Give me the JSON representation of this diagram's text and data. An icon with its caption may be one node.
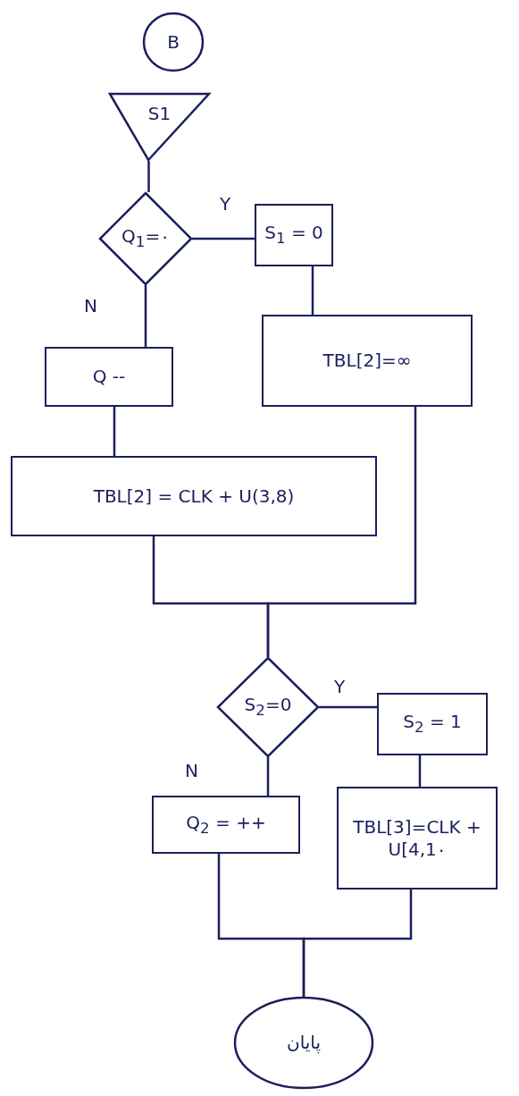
{
  "diagram": {
    "nodes": [
      {
        "text": [
          "B"
        ]
      },
      {
        "text": [
          "S1"
        ]
      },
      {
        "text": [
          "Q$_{1}$=٠"
        ]
      },
      {
        "text": [
          "S$_{1}$ = 0"
        ]
      },
      {
        "text": [
          "Q --"
        ]
      },
      {
        "text": [
          "TBL[2]=∞"
        ]
      },
      {
        "text": [
          "TBL[2] = CLK + U(3,8)"
        ]
      },
      {
        "text": [
          "S$_{2}$=0"
        ]
      },
      {
        "text": [
          "S$_{2}$ = 1"
        ]
      },
      {
        "text": [
          "Q$_{2}$ = ++"
        ]
      },
      {
        "text": [
          "TBL[3]=CLK + U[4,1٠"
        ]
      },
      {
        "text": [
          "پایان"
        ]
      }
    ],
    "edges": [
      {
        "from": 1,
        "to": 2,
        "arrow": "none"
      },
      {
        "from": 2,
        "to": 3,
        "arrow": "none",
        "label": "Y"
      },
      {
        "from": 2,
        "to": 4,
        "arrow": "none",
        "label": "N"
      },
      {
        "from": 3,
        "to": 5,
        "arrow": "none"
      },
      {
        "from": 4,
        "to": 6,
        "arrow": "none"
      },
      {
        "from": 6,
        "to": 7,
        "arrow": "none"
      },
      {
        "from": 5,
        "to": 7,
        "arrow": "none"
      },
      {
        "from": 7,
        "to": 8,
        "arrow": "none",
        "label": "Y"
      },
      {
        "from": 7,
        "to": 9,
        "arrow": "none",
        "label": "N"
      },
      {
        "from": 8,
        "to": 10,
        "arrow": "none"
      },
      {
        "from": 9,
        "to": 11,
        "arrow": "none"
      },
      {
        "from": 10,
        "to": 11,
        "arrow": "none"
      }
    ]
  }
}
